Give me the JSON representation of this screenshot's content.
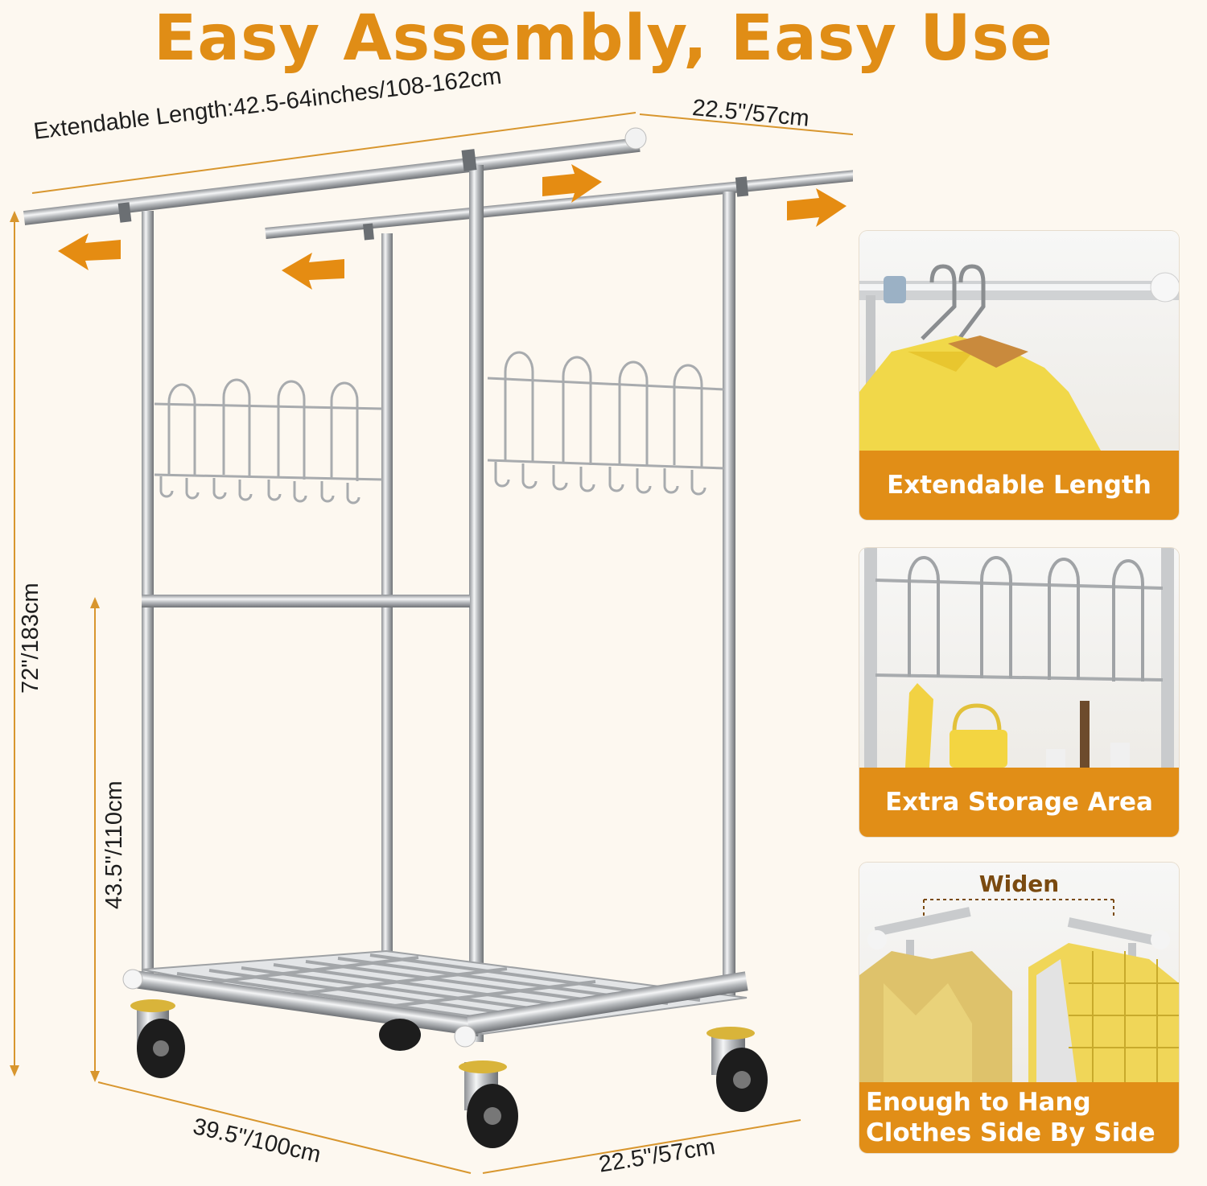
{
  "headline": "Easy Assembly,  Easy Use",
  "dimensions": {
    "extendable_length": "Extendable Length:42.5-64inches/108-162cm",
    "top_depth": "22.5\"/57cm",
    "total_height": "72\"/183cm",
    "lower_height": "43.5\"/110cm",
    "base_width": "39.5\"/100cm",
    "base_depth": "22.5\"/57cm"
  },
  "panels": [
    {
      "label": "Extendable Length"
    },
    {
      "label": "Extra Storage Area"
    },
    {
      "label_line1": "Enough to Hang",
      "label_line2": "Clothes Side By Side",
      "badge": "Widen"
    }
  ],
  "colors": {
    "accent": "#e08d16",
    "chrome": "#c9cbcd",
    "background": "#fdf8f0"
  },
  "icons": [
    "arrow-left-icon",
    "arrow-right-icon",
    "caster-wheel-icon"
  ]
}
